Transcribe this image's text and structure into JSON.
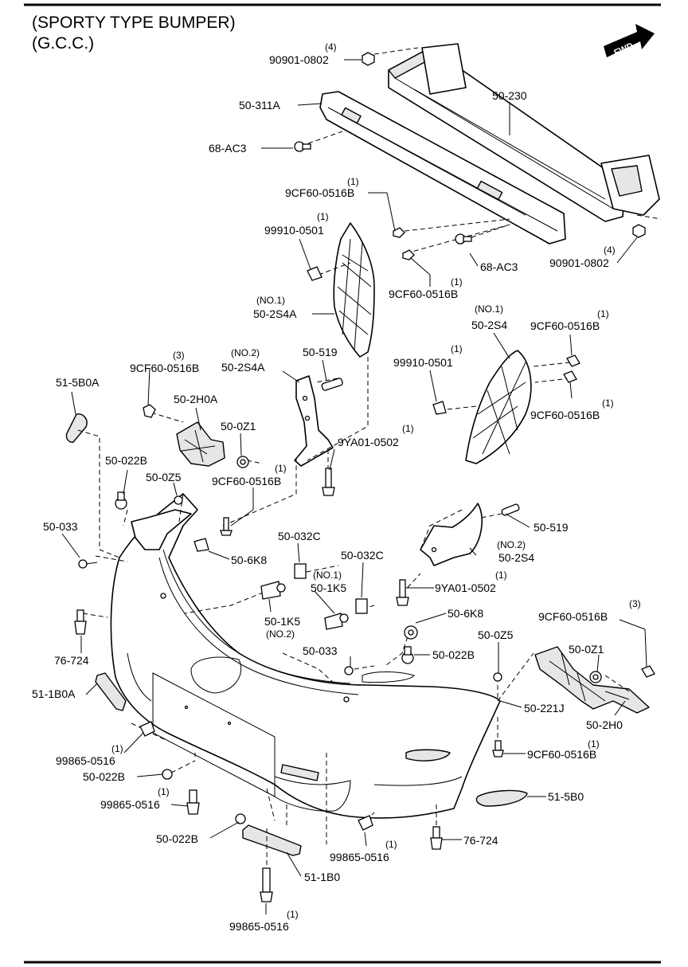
{
  "header": {
    "title_line1": "(SPORTY TYPE BUMPER)",
    "title_line2": "(G.C.C.)"
  },
  "fwd_label": "FWD",
  "callouts": {
    "c01": {
      "part": "90901-0802",
      "qty": "(4)"
    },
    "c02": {
      "part": "50-230"
    },
    "c03": {
      "part": "50-311A"
    },
    "c04": {
      "part": "68-AC3"
    },
    "c05": {
      "part": "9CF60-0516B",
      "qty": "(1)"
    },
    "c06": {
      "part": "99910-0501",
      "qty": "(1)"
    },
    "c07": {
      "part": "68-AC3"
    },
    "c08": {
      "part": "90901-0802",
      "qty": "(4)"
    },
    "c09": {
      "part": "9CF60-0516B",
      "qty": "(1)"
    },
    "c10": {
      "part": "50-2S4A",
      "sub": "(NO.1)"
    },
    "c11": {
      "part": "50-2S4",
      "sub": "(NO.1)"
    },
    "c12": {
      "part": "9CF60-0516B",
      "qty": "(1)"
    },
    "c13": {
      "part": "50-2S4A",
      "sub": "(NO.2)"
    },
    "c14": {
      "part": "50-519"
    },
    "c15": {
      "part": "99910-0501",
      "qty": "(1)"
    },
    "c16": {
      "part": "9CF60-0516B",
      "qty": "(3)"
    },
    "c17": {
      "part": "51-5B0A"
    },
    "c18": {
      "part": "50-2H0A"
    },
    "c19": {
      "part": "9CF60-0516B",
      "qty": "(1)"
    },
    "c20": {
      "part": "50-0Z1"
    },
    "c21": {
      "part": "9YA01-0502",
      "qty": "(1)"
    },
    "c22": {
      "part": "50-022B"
    },
    "c23": {
      "part": "50-0Z5"
    },
    "c24": {
      "part": "9CF60-0516B",
      "qty": "(1)"
    },
    "c25": {
      "part": "50-033"
    },
    "c26": {
      "part": "50-519"
    },
    "c27": {
      "part": "50-032C"
    },
    "c28": {
      "part": "50-2S4",
      "sub": "(NO.2)"
    },
    "c29": {
      "part": "50-6K8"
    },
    "c30": {
      "part": "50-032C"
    },
    "c31": {
      "part": "50-1K5",
      "sub": "(NO.1)"
    },
    "c32": {
      "part": "9YA01-0502",
      "qty": "(1)"
    },
    "c33": {
      "part": "50-6K8"
    },
    "c34": {
      "part": "50-1K5",
      "sub": "(NO.2)"
    },
    "c35": {
      "part": "9CF60-0516B",
      "qty": "(3)"
    },
    "c36": {
      "part": "76-724"
    },
    "c37": {
      "part": "50-033"
    },
    "c38": {
      "part": "50-022B"
    },
    "c39": {
      "part": "50-0Z5"
    },
    "c40": {
      "part": "50-0Z1"
    },
    "c41": {
      "part": "51-1B0A"
    },
    "c42": {
      "part": "50-221J"
    },
    "c43": {
      "part": "50-2H0"
    },
    "c44": {
      "part": "99865-0516",
      "qty": "(1)"
    },
    "c45": {
      "part": "9CF60-0516B",
      "qty": "(1)"
    },
    "c46": {
      "part": "50-022B"
    },
    "c47": {
      "part": "51-5B0"
    },
    "c48": {
      "part": "99865-0516",
      "qty": "(1)"
    },
    "c49": {
      "part": "50-022B"
    },
    "c50": {
      "part": "76-724"
    },
    "c51": {
      "part": "99865-0516",
      "qty": "(1)"
    },
    "c52": {
      "part": "51-1B0"
    },
    "c53": {
      "part": "99865-0516",
      "qty": "(1)"
    }
  }
}
